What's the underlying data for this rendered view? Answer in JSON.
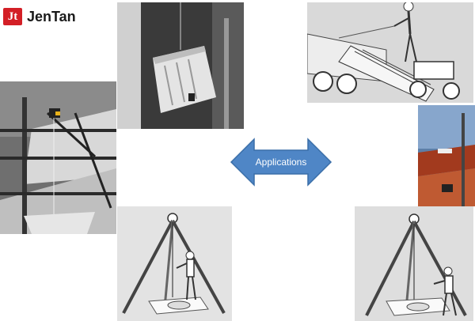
{
  "logo": {
    "mark": "Jt",
    "name": "JenTan"
  },
  "center": {
    "label": "Applications",
    "color": "#4f86c6"
  }
}
